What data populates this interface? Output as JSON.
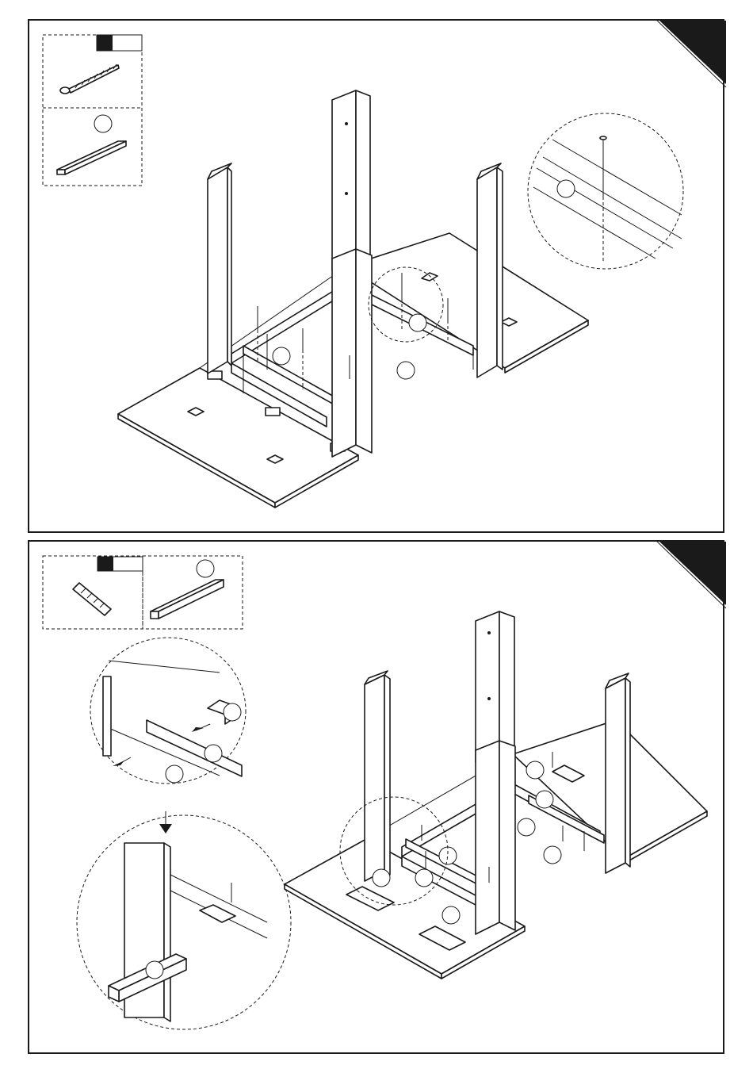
{
  "steps": [
    {
      "id": "step-a",
      "parts": [
        {
          "item": "wood-screw",
          "icon": "screw-icon"
        },
        {
          "item": "connecting-rail",
          "icon": "rail-icon"
        }
      ]
    },
    {
      "id": "step-b",
      "parts": [
        {
          "item": "wooden-dowel",
          "icon": "dowel-icon"
        },
        {
          "item": "long-rail",
          "icon": "rail-icon"
        }
      ]
    }
  ],
  "colors": {
    "ink": "#1a1a1a",
    "paper": "#ffffff"
  }
}
